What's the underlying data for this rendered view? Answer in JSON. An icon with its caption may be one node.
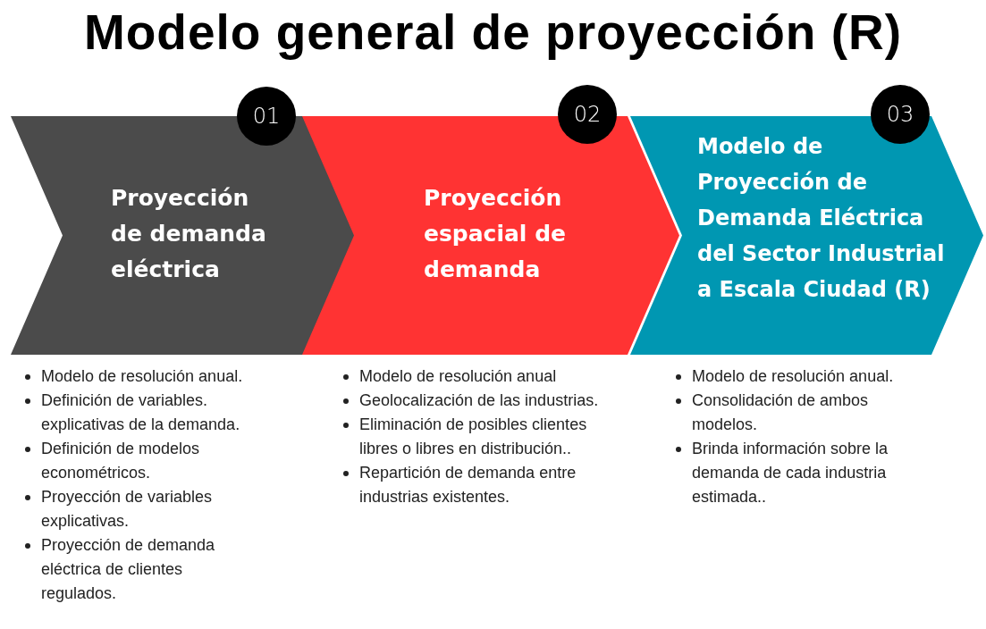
{
  "diagram": {
    "title": "Modelo general de proyección (R)",
    "nodes": [
      {
        "text": [
          "Proyección de demanda eléctrica"
        ],
        "beside": [
          "Modelo de resolución anual.",
          "Definición de variables. explicativas de la demanda.",
          "Definición de modelos econométricos.",
          "Proyección de variables explicativas.",
          "Proyección de demanda eléctrica de clientes regulados."
        ]
      },
      {
        "text": [
          "01"
        ]
      },
      {
        "text": [
          "Proyección espacial de demanda"
        ],
        "beside": [
          "Modelo de resolución anual",
          "Geolocalización de las industrias.",
          "Eliminación de posibles clientes libres o libres en distribución..",
          "Repartición de demanda entre industrias existentes."
        ]
      },
      {
        "text": [
          "02"
        ]
      },
      {
        "text": [
          "Modelo de Proyección de Demanda Eléctrica del Sector Industrial a Escala Ciudad (R)"
        ],
        "beside": [
          "Modelo de resolución anual.",
          "Consolidación de ambos modelos.",
          "Brinda información sobre la demanda de cada industria estimada.."
        ]
      },
      {
        "text": [
          "03"
        ]
      }
    ]
  }
}
